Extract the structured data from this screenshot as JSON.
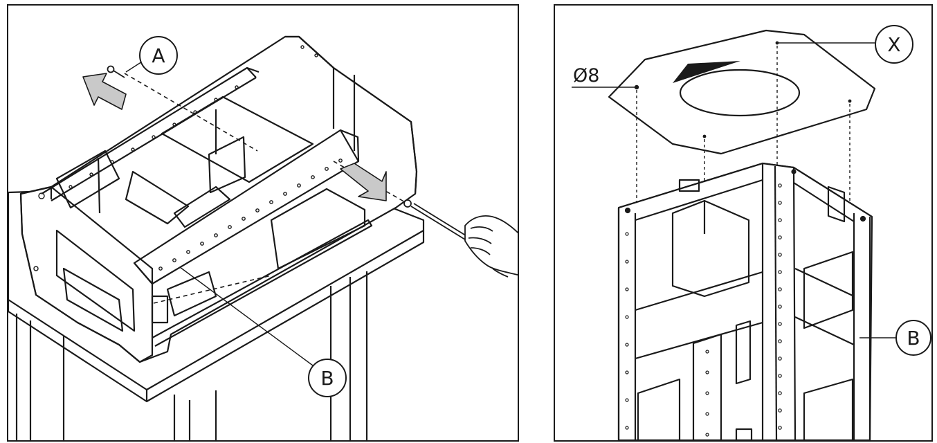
{
  "callouts": {
    "left_a": "A",
    "left_b": "B",
    "right_x": "X",
    "right_b": "B"
  },
  "dimension": {
    "hole_diameter": "Ø8"
  },
  "colors": {
    "line": "#1a1a1a",
    "arrow_fill": "#c9c9c9",
    "background": "#ffffff"
  }
}
